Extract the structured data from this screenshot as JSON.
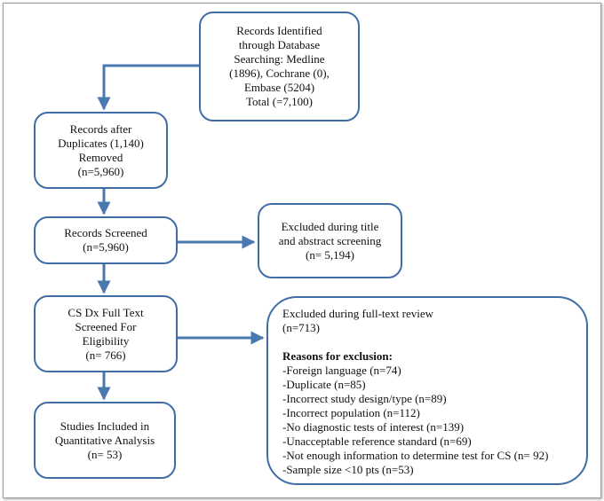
{
  "colors": {
    "box_border": "#3f6da4",
    "arrow": "#4a79b1"
  },
  "boxes": {
    "identified": [
      "Records Identified",
      "through Database",
      "Searching: Medline",
      "(1896), Cochrane (0),",
      "Embase (5204)",
      "Total (=7,100)"
    ],
    "after_duplicates": [
      "Records after",
      "Duplicates (1,140)",
      "Removed",
      "(n=5,960)"
    ],
    "screened": [
      "Records Screened",
      "(n=5,960)"
    ],
    "excluded_title": [
      "Excluded during title",
      "and abstract screening",
      "(n= 5,194)"
    ],
    "full_text": [
      "CS Dx Full Text",
      "Screened For",
      "Eligibility",
      "(n= 766)"
    ],
    "included": [
      "Studies Included in",
      "Quantitative Analysis",
      "(n= 53)"
    ],
    "excluded_full": {
      "heading": [
        "Excluded during full-text review",
        "(n=713)"
      ],
      "reasons_title": "Reasons for exclusion:",
      "reasons": [
        "-Foreign language (n=74)",
        "-Duplicate (n=85)",
        "-Incorrect study design/type (n=89)",
        "-Incorrect population (n=112)",
        "-No diagnostic tests of interest (n=139)",
        "-Unacceptable reference standard (n=69)",
        "-Not enough information to determine test for CS (n= 92)",
        "-Sample size <10 pts (n=53)"
      ]
    }
  }
}
